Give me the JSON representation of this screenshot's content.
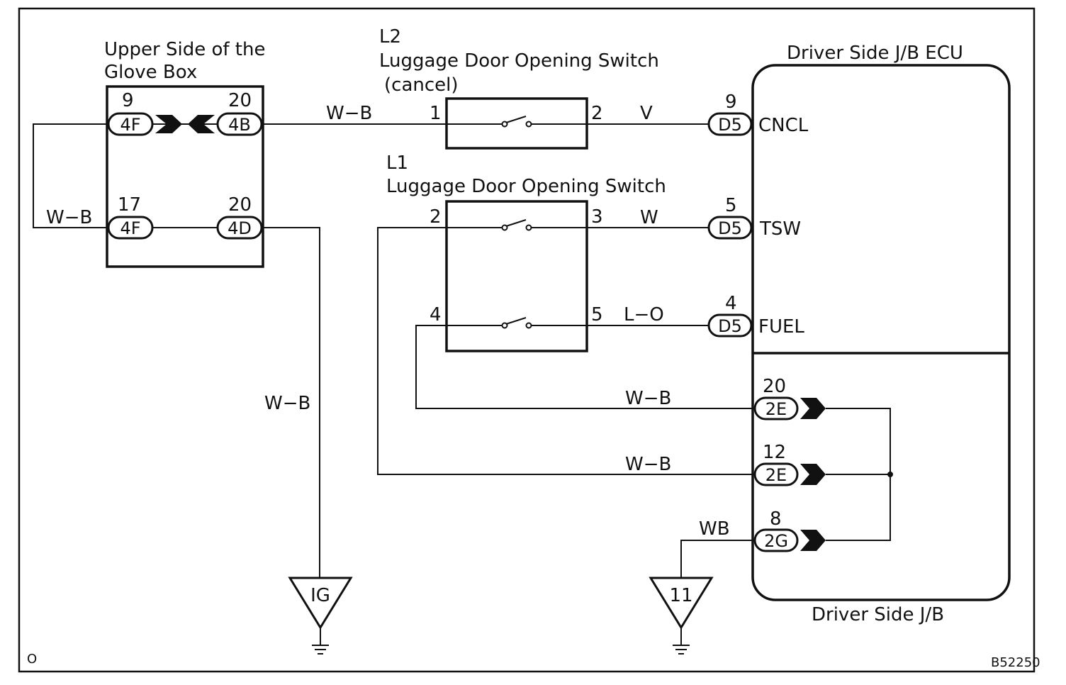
{
  "glove_box": {
    "title_line1": "Upper Side of the",
    "title_line2": "Glove Box",
    "pins": {
      "a": "9",
      "b": "20",
      "c": "17",
      "d": "20"
    },
    "connectors": {
      "a": "4F",
      "b": "4B",
      "c": "4F",
      "d": "4D"
    },
    "left_wire": "W−B",
    "down_wire": "W−B"
  },
  "switch_l2": {
    "code": "L2",
    "name": "Luggage Door Opening Switch",
    "note": "(cancel)",
    "pin_in": "1",
    "pin_out": "2",
    "wire_in": "W−B",
    "wire_out": "V"
  },
  "switch_l1": {
    "code": "L1",
    "name": "Luggage Door Opening Switch",
    "pin_a": "2",
    "pin_b": "3",
    "pin_c": "4",
    "pin_d": "5",
    "wire_b": "W",
    "wire_d": "L−O"
  },
  "ecu": {
    "title": "Driver Side J/B ECU",
    "signals": [
      {
        "pin": "9",
        "connector": "D5",
        "name": "CNCL"
      },
      {
        "pin": "5",
        "connector": "D5",
        "name": "TSW"
      },
      {
        "pin": "4",
        "connector": "D5",
        "name": "FUEL"
      }
    ]
  },
  "jb": {
    "title": "Driver Side J/B",
    "pins": [
      {
        "pin": "20",
        "connector": "2E",
        "wire": "W−B"
      },
      {
        "pin": "12",
        "connector": "2E",
        "wire": "W−B"
      },
      {
        "pin": "8",
        "connector": "2G",
        "wire": "WB"
      }
    ]
  },
  "grounds": [
    {
      "label": "IG"
    },
    {
      "label": "11"
    }
  ],
  "footer": {
    "left_mark": "O",
    "figure_code": "B52250"
  }
}
